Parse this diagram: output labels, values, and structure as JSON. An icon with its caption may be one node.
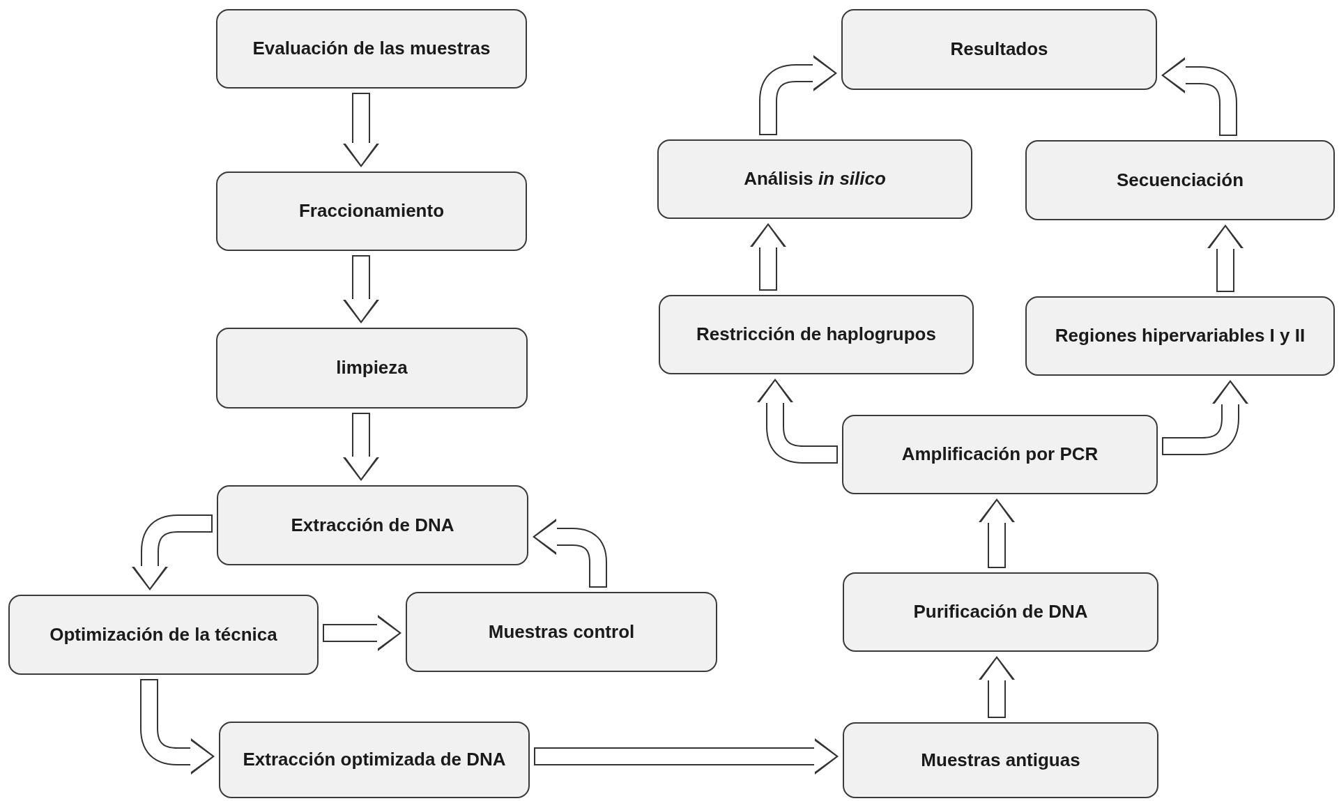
{
  "diagram": {
    "nodes": [
      {
        "text": [
          "Evaluación de las muestras"
        ]
      },
      {
        "text": [
          "Fraccionamiento"
        ]
      },
      {
        "text": [
          "limpieza"
        ]
      },
      {
        "text": [
          "Extracción de DNA"
        ]
      },
      {
        "text": [
          "Optimización de la técnica"
        ]
      },
      {
        "text": [
          "Muestras control"
        ]
      },
      {
        "text": [
          "Extracción optimizada de DNA"
        ]
      },
      {
        "text": [
          "Muestras antiguas"
        ]
      },
      {
        "text": [
          "Purificación de DNA"
        ]
      },
      {
        "text": [
          "Amplificación por PCR"
        ]
      },
      {
        "text": [
          "Restricción de haplogrupos"
        ]
      },
      {
        "text": [
          "Regiones hipervariables I y II"
        ]
      },
      {
        "text": [
          "Análisis *in silico*"
        ]
      },
      {
        "text": [
          "Secuenciación"
        ]
      },
      {
        "text": [
          "Resultados"
        ]
      }
    ],
    "edges": [
      {
        "from": 0,
        "to": 1,
        "arrow": "to"
      },
      {
        "from": 1,
        "to": 2,
        "arrow": "to"
      },
      {
        "from": 2,
        "to": 3,
        "arrow": "to"
      },
      {
        "from": 3,
        "to": 4,
        "arrow": "to"
      },
      {
        "from": 4,
        "to": 5,
        "arrow": "to"
      },
      {
        "from": 5,
        "to": 3,
        "arrow": "to"
      },
      {
        "from": 4,
        "to": 6,
        "arrow": "to"
      },
      {
        "from": 6,
        "to": 7,
        "arrow": "to"
      },
      {
        "from": 7,
        "to": 8,
        "arrow": "to"
      },
      {
        "from": 8,
        "to": 9,
        "arrow": "to"
      },
      {
        "from": 9,
        "to": 10,
        "arrow": "to"
      },
      {
        "from": 9,
        "to": 11,
        "arrow": "to"
      },
      {
        "from": 10,
        "to": 12,
        "arrow": "to"
      },
      {
        "from": 11,
        "to": 13,
        "arrow": "to"
      },
      {
        "from": 12,
        "to": 14,
        "arrow": "to"
      },
      {
        "from": 13,
        "to": 14,
        "arrow": "to"
      }
    ]
  }
}
